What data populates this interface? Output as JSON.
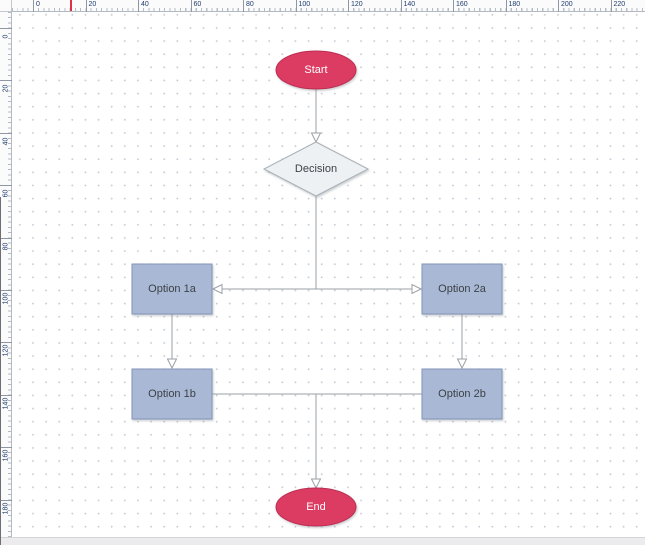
{
  "rulers": {
    "horizontal_labels": [
      "0",
      "20",
      "40",
      "60",
      "80",
      "100",
      "120",
      "140",
      "160",
      "180",
      "200",
      "220"
    ],
    "vertical_labels": [
      "0",
      "20",
      "40",
      "60",
      "80",
      "100",
      "120",
      "140",
      "160",
      "180"
    ]
  },
  "diagram": {
    "nodes": {
      "start": {
        "label": "Start",
        "shape": "ellipse"
      },
      "decision": {
        "label": "Decision",
        "shape": "diamond"
      },
      "option1a": {
        "label": "Option 1a",
        "shape": "rectangle"
      },
      "option2a": {
        "label": "Option 2a",
        "shape": "rectangle"
      },
      "option1b": {
        "label": "Option 1b",
        "shape": "rectangle"
      },
      "option2b": {
        "label": "Option 2b",
        "shape": "rectangle"
      },
      "end": {
        "label": "End",
        "shape": "ellipse"
      }
    },
    "colors": {
      "terminator_fill": "#dc3a62",
      "terminator_border": "#bb2f53",
      "terminator_text": "#ffffff",
      "decision_fill": "#eef1f3",
      "decision_border": "#a9b1b7",
      "decision_text": "#3c4247",
      "process_fill": "#a9b8d4",
      "process_border": "#8494b9",
      "connector": "#9aa0a6",
      "grid_dot": "#c9cdd6",
      "ruler_text": "#1e3c6e",
      "ruler_marker": "#e03048"
    }
  }
}
